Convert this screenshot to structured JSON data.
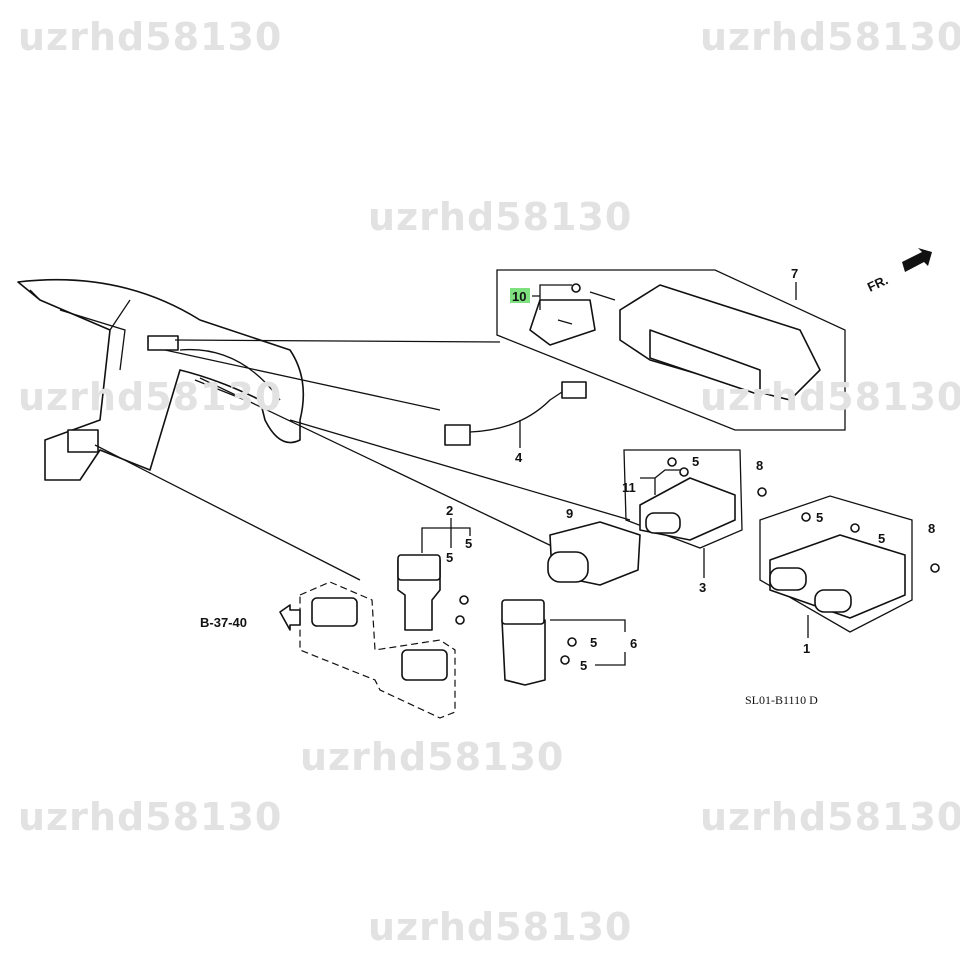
{
  "diagram": {
    "drawing_code": "SL01-B1110 D",
    "reference": "B-37-40",
    "front_indicator": "FR.",
    "highlight_color": "#7ee07e",
    "callouts": {
      "c1": "1",
      "c2": "2",
      "c3": "3",
      "c4": "4",
      "c5a": "5",
      "c5b": "5",
      "c5c": "5",
      "c5d": "5",
      "c5e": "5",
      "c5f": "5",
      "c5g": "5",
      "c6": "6",
      "c7": "7",
      "c8a": "8",
      "c8b": "8",
      "c9": "9",
      "c10": "10",
      "c11": "11"
    }
  },
  "watermark": "uzrhd58130"
}
